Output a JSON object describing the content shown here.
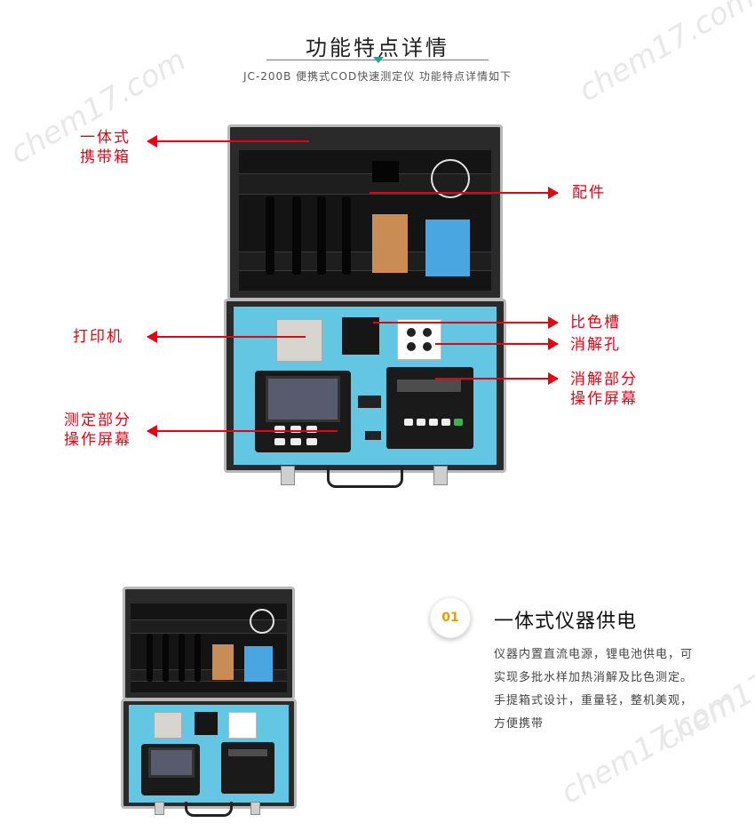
{
  "header": {
    "title": "功能特点详情",
    "subtitle": "JC-200B 便携式COD快速测定仪 功能特点详情如下"
  },
  "watermark": {
    "text": "chem17.com"
  },
  "annotations": [
    {
      "id": "case",
      "line1": "一体式",
      "line2": "携带箱"
    },
    {
      "id": "accessories",
      "line1": "配件",
      "line2": ""
    },
    {
      "id": "printer",
      "line1": "打印机",
      "line2": ""
    },
    {
      "id": "colorimetric-cell",
      "line1": "比色槽",
      "line2": ""
    },
    {
      "id": "digestion-hole",
      "line1": "消解孔",
      "line2": ""
    },
    {
      "id": "digestion-screen",
      "line1": "消解部分",
      "line2": "操作屏幕"
    },
    {
      "id": "measure-screen",
      "line1": "测定部分",
      "line2": "操作屏幕"
    }
  ],
  "feature": {
    "number": "01",
    "title": "一体式仪器供电",
    "lines": [
      "仪器内置直流电源，锂电池供电，可",
      "实现多批水样加热消解及比色测定。",
      "手提箱式设计，重量轻，整机美观，",
      "方便携带"
    ]
  },
  "colors": {
    "accent_line": "#2a9d8f",
    "annotation": "#e60012",
    "badge_number": "#f39800",
    "panel": "#63c7e4"
  }
}
